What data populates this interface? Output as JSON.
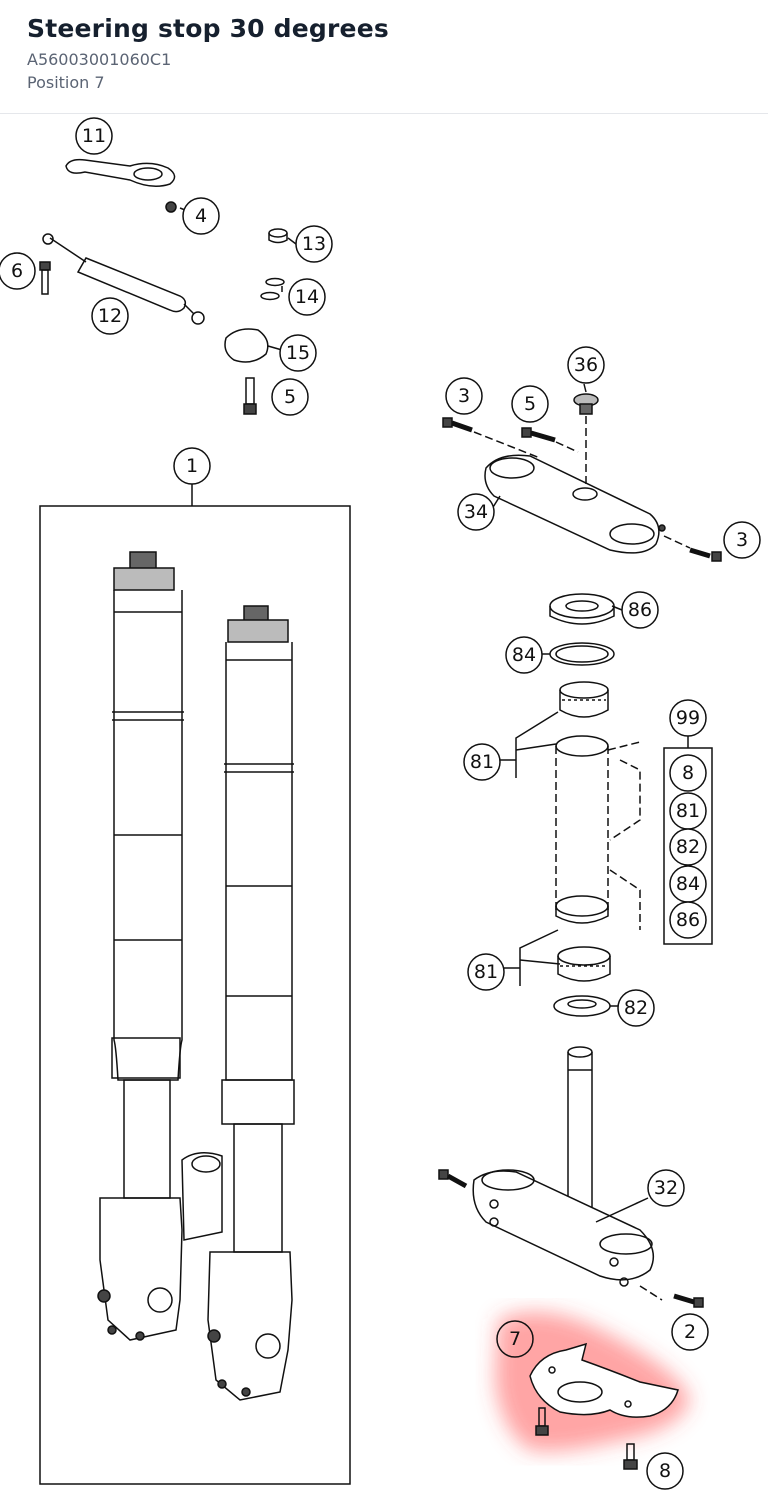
{
  "header": {
    "title": "Steering stop 30 degrees",
    "part_number": "A56003001060C1",
    "position": "Position 7"
  },
  "highlight": {
    "color": "#ff3b3b",
    "item": "7"
  },
  "callouts": {
    "c11": "11",
    "c4": "4",
    "c13": "13",
    "c6": "6",
    "c14": "14",
    "c12": "12",
    "c15": "15",
    "c5a": "5",
    "c36": "36",
    "c3a": "3",
    "c5b": "5",
    "c1": "1",
    "c34": "34",
    "c3b": "3",
    "c86": "86",
    "c84": "84",
    "c99": "99",
    "c81a": "81",
    "c81b": "81",
    "c82": "82",
    "c32": "32",
    "c2": "2",
    "c7": "7",
    "c8": "8"
  },
  "kit_99": {
    "items": [
      "8",
      "81",
      "82",
      "84",
      "86"
    ]
  }
}
